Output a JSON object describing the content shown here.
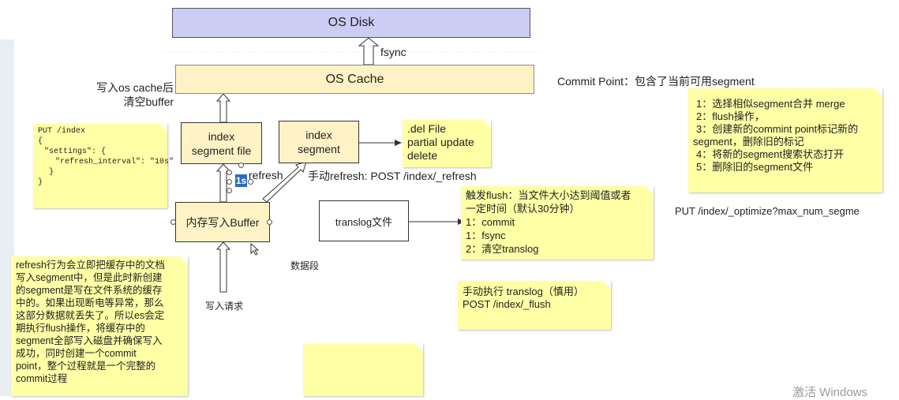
{
  "disk": {
    "label": "OS Disk"
  },
  "fsync_label": "fsync",
  "cache": {
    "label": "OS Cache"
  },
  "write_cache_note": [
    "写入os cache后",
    "清空buffer"
  ],
  "commit_point_label": "Commit Point：包含了当前可用segment",
  "index_segment_file": [
    "index",
    "segment file"
  ],
  "index_segment": [
    "index",
    "segment"
  ],
  "buffer": {
    "label": "内存写入Buffer"
  },
  "refresh_label": "refresh",
  "interval_badge": "1s",
  "manual_refresh": "手动refresh:  POST /index/_refresh",
  "translog": {
    "label": "translog文件"
  },
  "data_segment_label": "数据段",
  "write_request_label": "写入请求",
  "notes": {
    "put_settings": [
      "PUT /index",
      "{",
      "  \"settings\": {",
      "    \"refresh_interval\": \"10s\"",
      "  }",
      "}"
    ],
    "segment_ops": [
      ".del File",
      "partial update",
      "delete"
    ],
    "merge_steps": [
      "1：选择相似segment合并 merge",
      "2：flush操作，",
      "3：创建新的commint point标记新的",
      "segment，删除旧的标记",
      "4：将新的segment搜索状态打开",
      "5：删除旧的segment文件"
    ],
    "flush_trigger": [
      "触发flush：当文件大小达到阈值或者",
      "一定时间（默认30分钟）",
      "1：commit",
      "1：fsync",
      "2：清空translog"
    ],
    "manual_flush": [
      "手动执行 translog（慎用）",
      "POST /index/_flush"
    ],
    "refresh_explain": [
      "refresh行为会立即把缓存中的文档",
      "写入segment中，但是此时新创建",
      "的segment是写在文件系统的缓存",
      "中的。如果出现断电等异常，那么",
      "这部分数据就丢失了。所以es会定",
      "期执行flush操作，将缓存中的",
      "segment全部写入磁盘并确保写入",
      "成功，同时创建一个commit",
      "point，整个过程就是一个完整的",
      "commit过程"
    ]
  },
  "optimize_label": "PUT  /index/_optimize?max_num_segme",
  "watermark": "激活 Windows"
}
